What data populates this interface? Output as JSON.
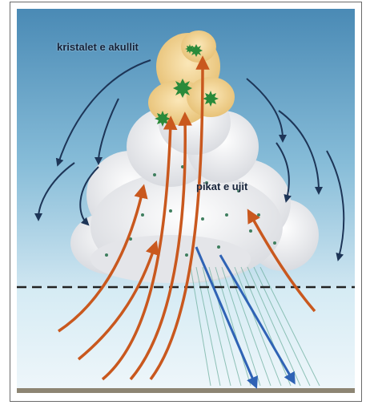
{
  "labels": {
    "ice_crystals": "kristalet e akullit",
    "water_drops": "pikat e ujit"
  },
  "colors": {
    "sky_top": "#4f8fb8",
    "sky_bottom": "#bfe0ef",
    "cloud": "#f4f4f6",
    "cloud_top": "#f0d496",
    "updraft": "#c9581e",
    "downdraft_cold": "#1d3557",
    "rain_arrow": "#2f63b5",
    "rain_streaks": "#6fb0a0",
    "ground": "#8d8573",
    "freezing_line": "#222222"
  },
  "icons": [
    "updraft-arrow",
    "downdraft-arrow",
    "rain-arrow",
    "ice-crystal",
    "water-drop",
    "freezing-level-line"
  ]
}
